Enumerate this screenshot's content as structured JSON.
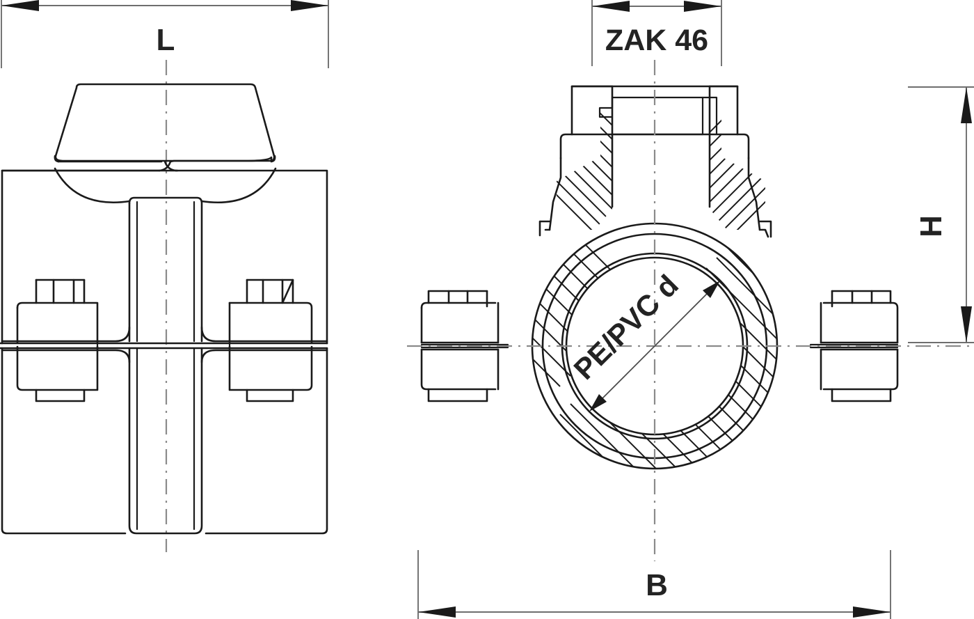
{
  "drawing": {
    "title": "Tapping clamp saddle - dimensioned technical drawing",
    "type": "engineering-line-drawing",
    "views": [
      {
        "name": "front-elevation",
        "position": "left"
      },
      {
        "name": "cross-section",
        "position": "right"
      }
    ],
    "colors": {
      "outline": "#1a1a1a",
      "centerline": "#8a8a8a",
      "dimension": "#6e6e6e",
      "label_text": "#232323",
      "background": "#ffffff"
    }
  },
  "dimensions": {
    "length": {
      "label": "L",
      "orientation": "horizontal",
      "view": "front-elevation",
      "position": "top"
    },
    "zak": {
      "label": "ZAK 46",
      "orientation": "horizontal",
      "view": "cross-section",
      "position": "top"
    },
    "height": {
      "label": "H",
      "orientation": "vertical",
      "view": "cross-section",
      "position": "right"
    },
    "breadth": {
      "label": "B",
      "orientation": "horizontal",
      "view": "cross-section",
      "position": "bottom"
    },
    "pipe_diameter": {
      "label": "PE/PVC d",
      "orientation": "diagonal",
      "view": "cross-section",
      "position": "center"
    }
  }
}
